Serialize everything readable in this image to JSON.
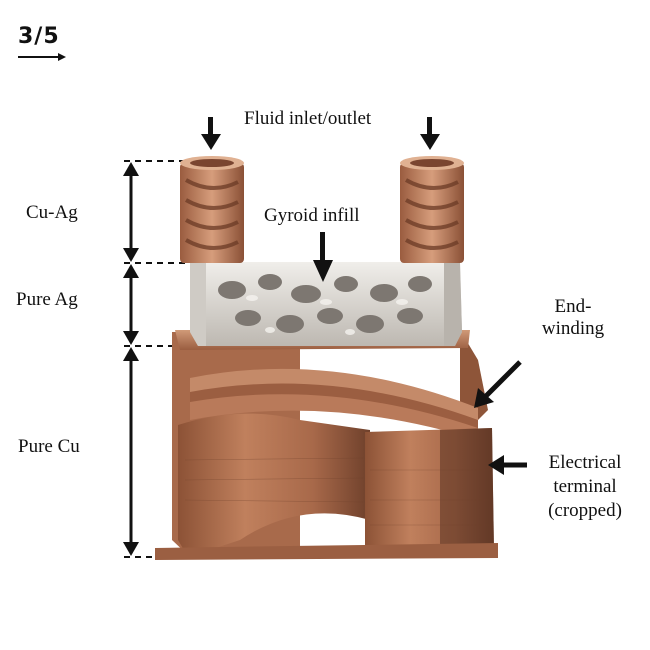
{
  "page_indicator": "3/5",
  "labels": {
    "fluid": "Fluid inlet/outlet",
    "gyroid": "Gyroid infill",
    "end_winding_1": "End-",
    "end_winding_2": "winding",
    "electrical_1": "Electrical",
    "electrical_2": "terminal",
    "electrical_3": "(cropped)"
  },
  "layers": {
    "cu_ag": "Cu-Ag",
    "pure_ag": "Pure Ag",
    "pure_cu": "Pure Cu"
  },
  "colors": {
    "copper": "#b87350",
    "copper_dark": "#7d4a30",
    "silver": "#d9d6d0",
    "silver_dark": "#8f8a84"
  }
}
